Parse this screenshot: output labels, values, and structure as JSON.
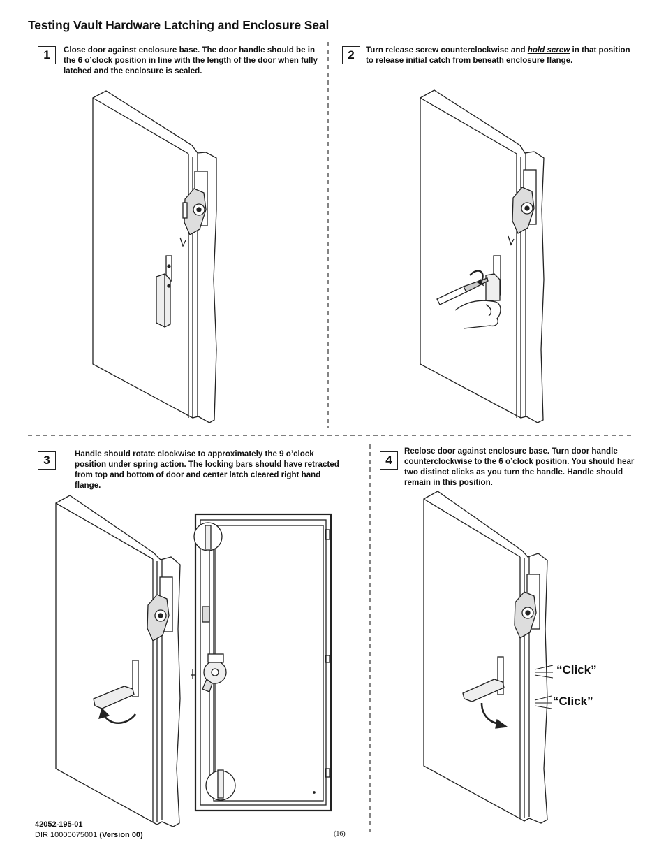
{
  "page": {
    "title": "Testing Vault Hardware Latching and Enclosure Seal",
    "page_number": "(16)"
  },
  "steps": [
    {
      "number": "1",
      "text": "Close door against enclosure base.  The door handle should be in the 6 o’clock position in line with the length of the door when fully latched and the enclosure is sealed."
    },
    {
      "number": "2",
      "text_before": "Turn release screw counterclockwise and ",
      "text_emphasis": "hold screw",
      "text_after": " in that position to release initial catch from beneath enclosure flange."
    },
    {
      "number": "3",
      "text": "Handle should rotate clockwise to approximately the 9 o’clock position under spring action.  The locking bars should have retracted from top and bottom of door and center latch cleared right hand flange."
    },
    {
      "number": "4",
      "text": "Reclose door against enclosure base.  Turn door handle counterclockwise to the 6 o’clock position.  You should hear two distinct clicks as you turn the handle.  Handle should remain in this position."
    }
  ],
  "callouts": {
    "click_1": "“Click”",
    "click_2": "“Click”"
  },
  "footer": {
    "part_number": "42052-195-01",
    "dir_prefix": "DIR 10000075001 ",
    "version": "(Version 00)"
  }
}
